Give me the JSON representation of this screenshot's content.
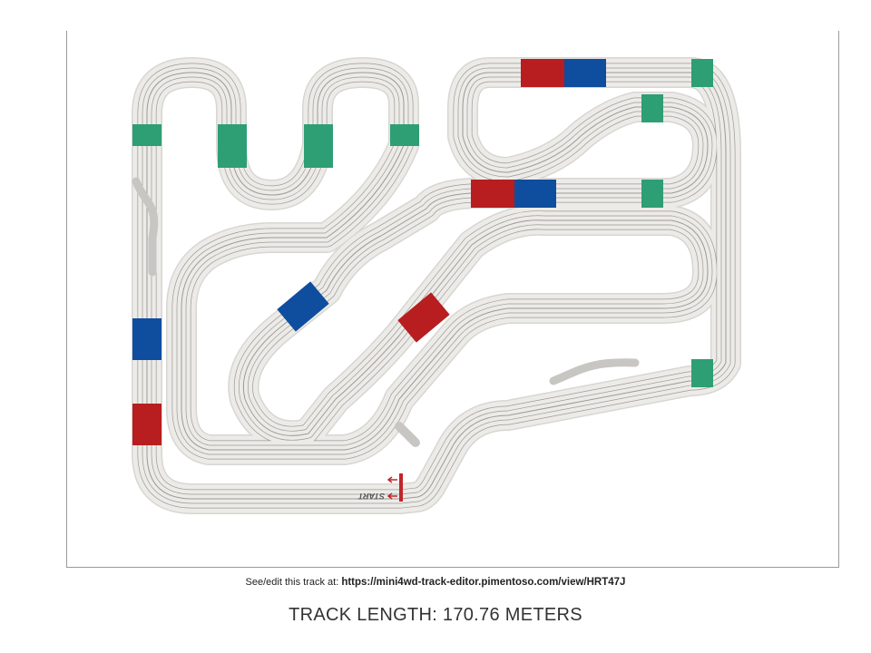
{
  "track": {
    "start_label": "START",
    "colors": {
      "track": "#ecebe8",
      "lane": "#9d9a95",
      "red": "#b81d1f",
      "blue": "#0f4d9e",
      "green": "#2e9e74",
      "lanechange": "#c7c6c3"
    }
  },
  "footer": {
    "link_prefix": "See/edit this track at:",
    "link_url": "https://mini4wd-track-editor.pimentoso.com/view/HRT47J",
    "length_text": "TRACK LENGTH: 170.76 METERS"
  }
}
